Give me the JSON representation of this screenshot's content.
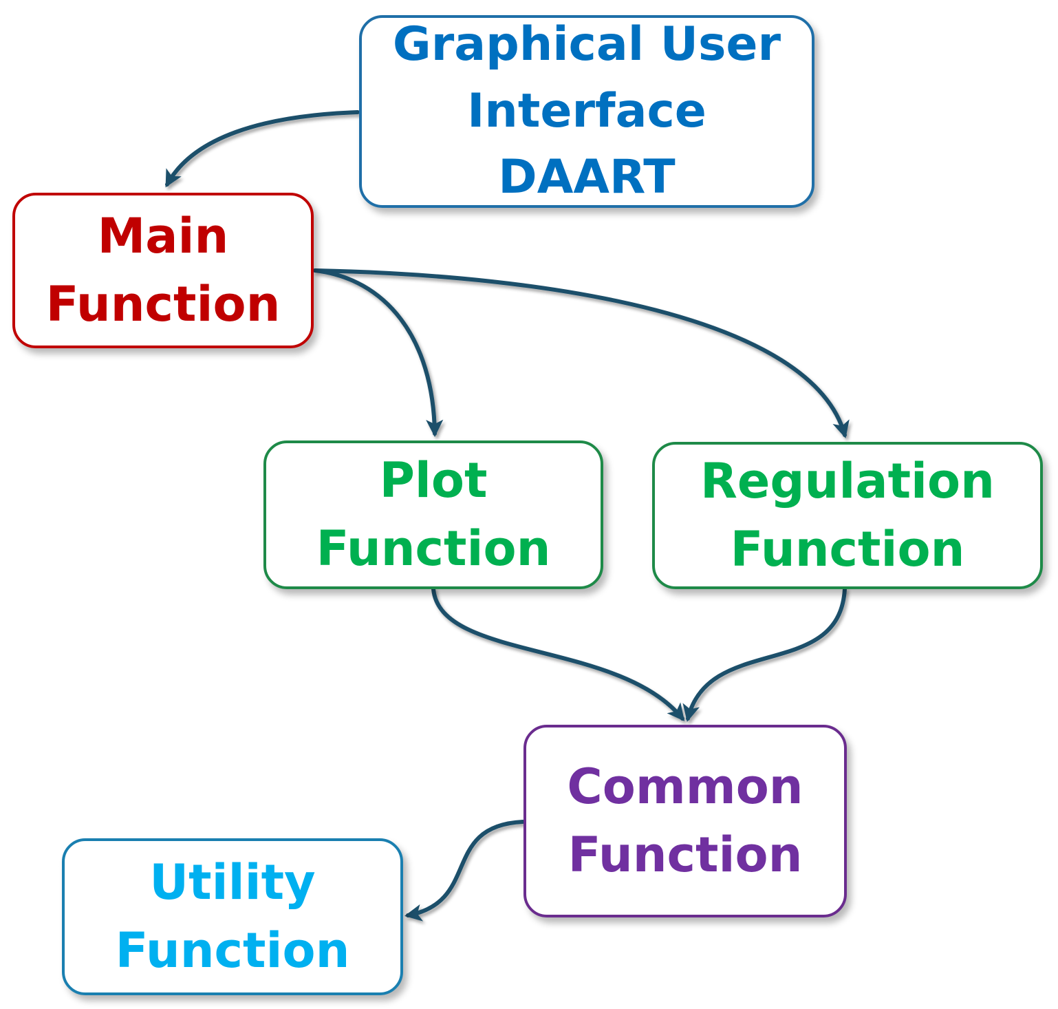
{
  "nodes": {
    "gui": {
      "lines": [
        "Graphical User",
        "Interface",
        "DAART"
      ],
      "color": "#0070C0"
    },
    "main": {
      "lines": [
        "Main",
        "Function"
      ],
      "color": "#C00000"
    },
    "plot": {
      "lines": [
        "Plot",
        "Function"
      ],
      "color": "#00B050"
    },
    "regulation": {
      "lines": [
        "Regulation",
        "Function"
      ],
      "color": "#00B050"
    },
    "common": {
      "lines": [
        "Common",
        "Function"
      ],
      "color": "#7030A0"
    },
    "utility": {
      "lines": [
        "Utility",
        "Function"
      ],
      "color": "#00B0F0"
    }
  },
  "border_colors": {
    "gui": "#1f6fa8",
    "main": "#c00000",
    "plot": "#1e8a48",
    "regulation": "#1e8a48",
    "common": "#6a2c8e",
    "utility": "#1a7fb0"
  },
  "arrow_color": "#1c4f6b",
  "edges": [
    {
      "from": "gui",
      "to": "main"
    },
    {
      "from": "main",
      "to": "plot"
    },
    {
      "from": "main",
      "to": "regulation"
    },
    {
      "from": "plot",
      "to": "common"
    },
    {
      "from": "regulation",
      "to": "common"
    },
    {
      "from": "common",
      "to": "utility"
    }
  ]
}
